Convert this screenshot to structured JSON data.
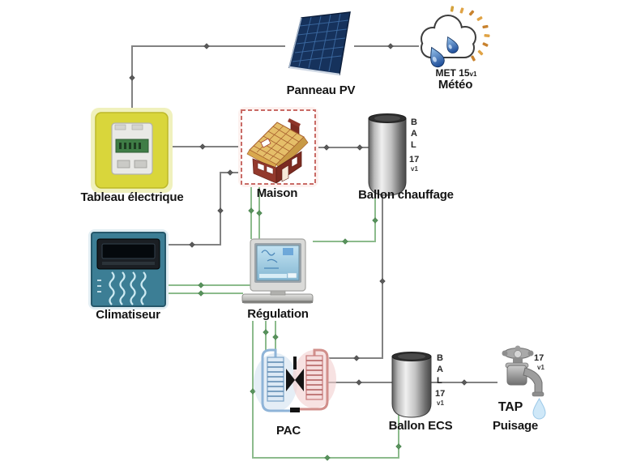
{
  "colors": {
    "background": "#ffffff",
    "wire_power_gray": "#828282",
    "wire_signal_green": "#8cbb8c",
    "tableau_yellow": "#d9d63b",
    "maison_border_red": "#c96b66",
    "climatiseur_teal": "#3c7e95",
    "pv_panel_navy": "#16325c"
  },
  "nodes": {
    "panneau_pv": {
      "label": "Panneau PV"
    },
    "meteo": {
      "code": "MET 15",
      "code_version": "v1",
      "label": "Météo"
    },
    "tableau_electrique": {
      "label": "Tableau électrique"
    },
    "maison": {
      "label": "Maison"
    },
    "ballon_chauffage": {
      "label": "Ballon chauffage",
      "tag": "B\nA\nL",
      "tag_number": "17",
      "tag_version": "v1"
    },
    "climatiseur": {
      "label": "Climatiseur"
    },
    "regulation": {
      "label": "Régulation"
    },
    "pac": {
      "label": "PAC"
    },
    "ballon_ecs": {
      "label": "Ballon ECS",
      "tag": "B\nA\nL",
      "tag_number": "17",
      "tag_version": "v1"
    },
    "puisage": {
      "tag_number": "17",
      "tag_version": "v1",
      "label": "TAP",
      "sublabel": "Puisage"
    }
  },
  "links": [
    {
      "from": "Météo",
      "to": "Panneau PV",
      "color": "gray"
    },
    {
      "from": "Panneau PV",
      "to": "Tableau électrique",
      "color": "gray"
    },
    {
      "from": "Tableau électrique",
      "to": "Maison",
      "color": "gray"
    },
    {
      "from": "Climatiseur",
      "to": "Maison",
      "color": "gray"
    },
    {
      "from": "Maison",
      "to": "Ballon chauffage",
      "color": "gray"
    },
    {
      "from": "Ballon chauffage",
      "to": "PAC",
      "color": "gray"
    },
    {
      "from": "PAC",
      "to": "Ballon ECS",
      "color": "gray"
    },
    {
      "from": "Ballon ECS",
      "to": "TAP Puisage",
      "color": "gray"
    },
    {
      "from": "Maison",
      "to": "Régulation",
      "color": "green",
      "lines": 2
    },
    {
      "from": "Climatiseur",
      "to": "Régulation",
      "color": "green",
      "lines": 2
    },
    {
      "from": "Ballon chauffage",
      "to": "Régulation",
      "color": "green",
      "lines": 1
    },
    {
      "from": "Régulation",
      "to": "PAC",
      "color": "green",
      "lines": 2
    },
    {
      "from": "Régulation",
      "to": "Ballon ECS",
      "color": "green",
      "lines": 1
    }
  ]
}
